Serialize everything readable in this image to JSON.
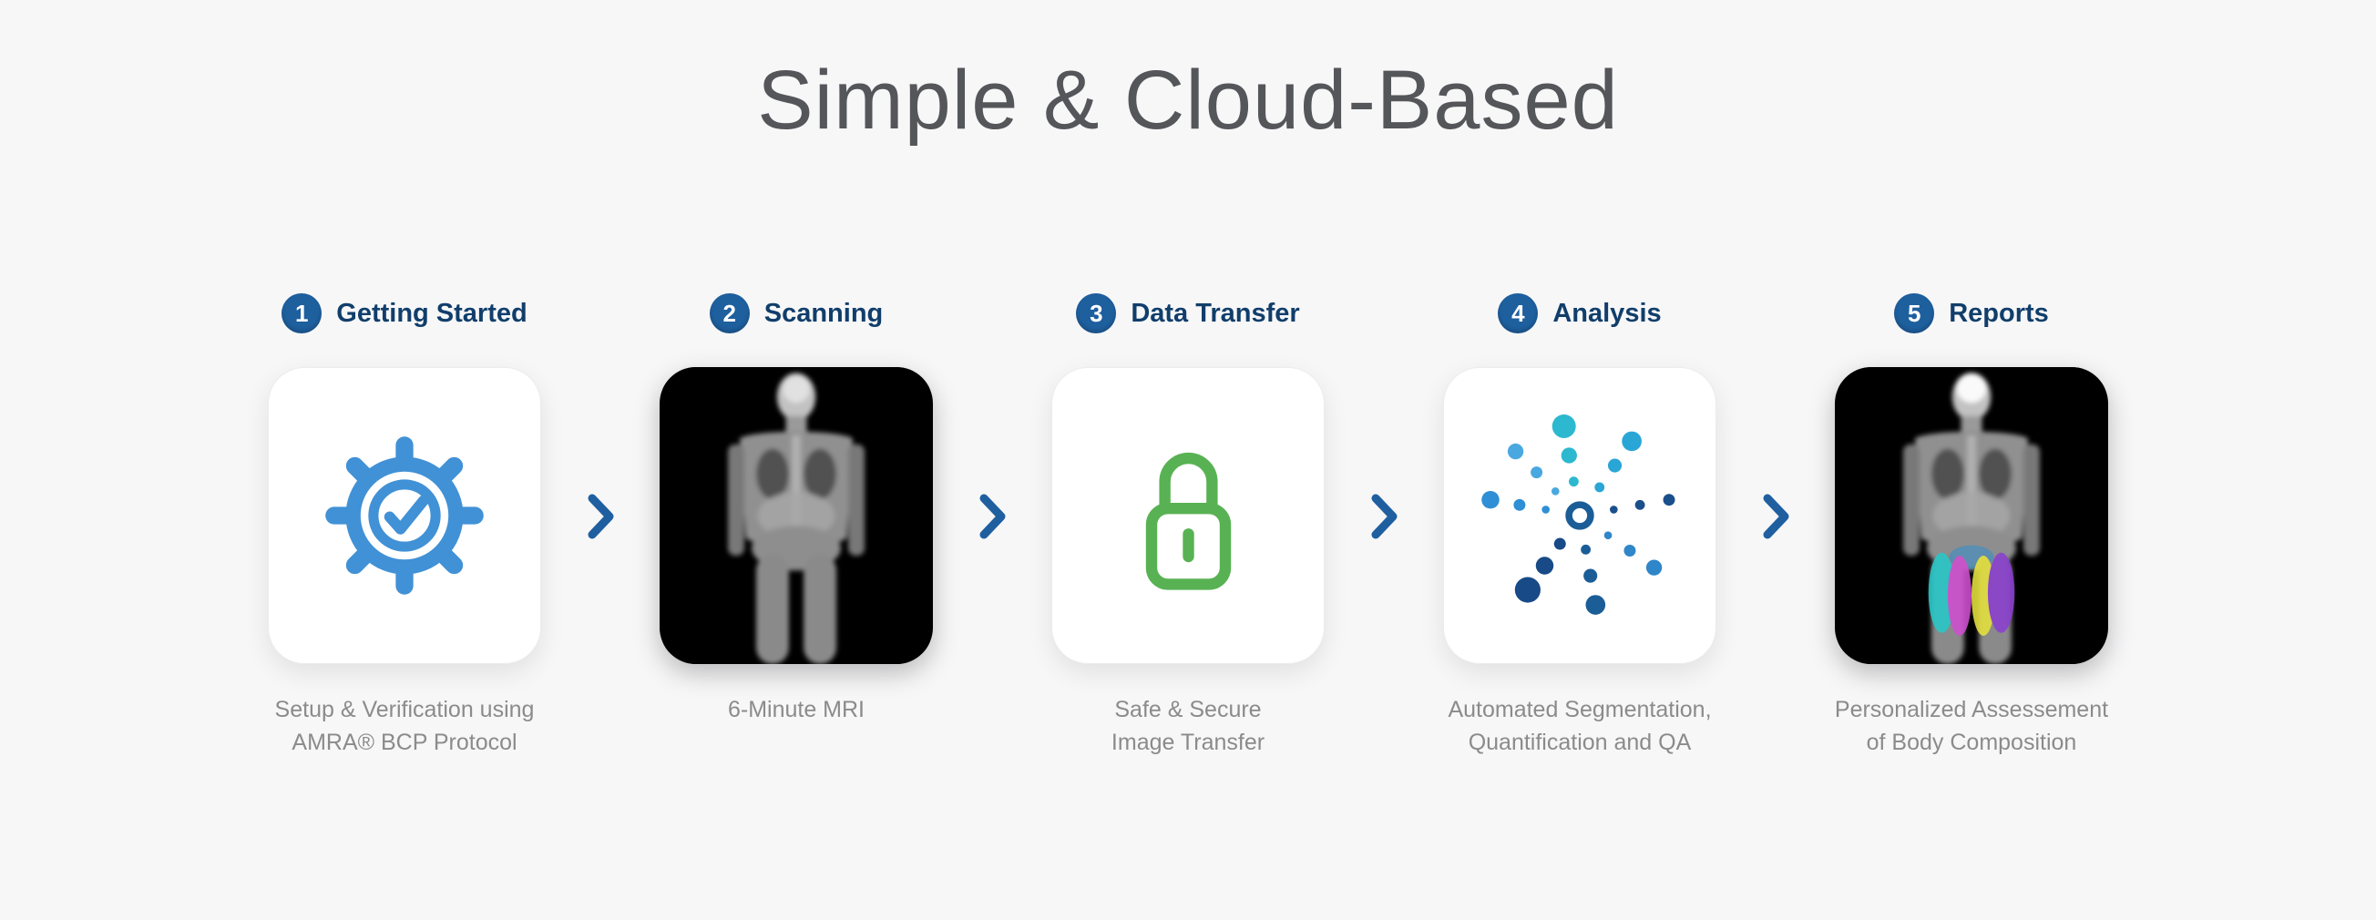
{
  "page": {
    "title": "Simple & Cloud-Based"
  },
  "colors": {
    "background": "#f7f7f8",
    "title_gray": "#54565a",
    "badge_blue": "#1e5f9e",
    "label_navy": "#113e6b",
    "arrow_blue": "#1f5fa0",
    "gear_icon_blue": "#4191d6",
    "padlock_green": "#58b253",
    "caption_gray": "#8b8b8b",
    "dot_teal": "#2cb8cf",
    "dot_blue": "#2f86c9",
    "dot_navy": "#174a86"
  },
  "steps": [
    {
      "number": "1",
      "label": "Getting Started",
      "icon": "gear-check-icon",
      "caption_line1": "Setup & Verification using",
      "caption_line2": "AMRA® BCP Protocol"
    },
    {
      "number": "2",
      "label": "Scanning",
      "icon": "mri-scan-image",
      "caption_line1": "6-Minute MRI",
      "caption_line2": ""
    },
    {
      "number": "3",
      "label": "Data Transfer",
      "icon": "padlock-icon",
      "caption_line1": "Safe & Secure",
      "caption_line2": "Image Transfer"
    },
    {
      "number": "4",
      "label": "Analysis",
      "icon": "dots-burst-icon",
      "caption_line1": "Automated Segmentation,",
      "caption_line2": "Quantification and QA"
    },
    {
      "number": "5",
      "label": "Reports",
      "icon": "segmented-mri-image",
      "caption_line1": "Personalized Assessement",
      "caption_line2": "of Body Composition"
    }
  ]
}
